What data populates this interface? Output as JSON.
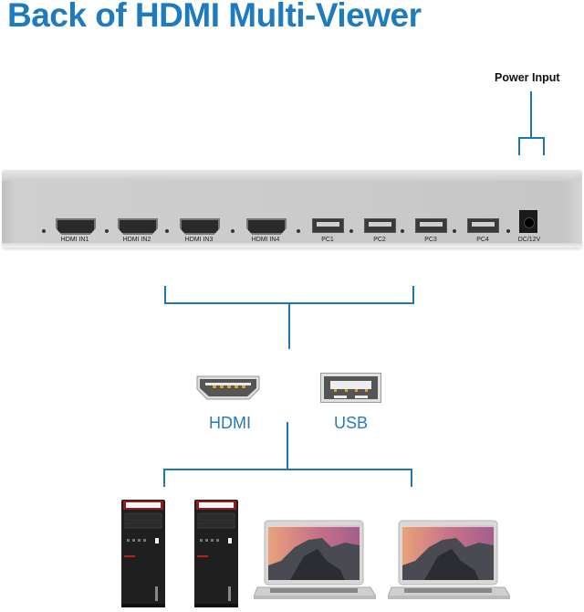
{
  "title": "Back of HDMI Multi-Viewer",
  "power_input_label": "Power Input",
  "accent_color": "#1e7bbf",
  "device": {
    "ports": [
      {
        "type": "hdmi",
        "label": "HDMI IN1"
      },
      {
        "type": "hdmi",
        "label": "HDMI IN2"
      },
      {
        "type": "hdmi",
        "label": "HDMI IN3"
      },
      {
        "type": "hdmi",
        "label": "HDMI IN4"
      },
      {
        "type": "usb",
        "label": "PC1"
      },
      {
        "type": "usb",
        "label": "PC2"
      },
      {
        "type": "usb",
        "label": "PC3"
      },
      {
        "type": "usb",
        "label": "PC4"
      },
      {
        "type": "dc",
        "label": "DC/12V"
      }
    ]
  },
  "connectors": [
    {
      "icon": "hdmi-port-icon",
      "label": "HDMI"
    },
    {
      "icon": "usb-port-icon",
      "label": "USB"
    }
  ],
  "computers": [
    {
      "type": "desktop-tower"
    },
    {
      "type": "desktop-tower"
    },
    {
      "type": "laptop"
    },
    {
      "type": "laptop"
    }
  ]
}
